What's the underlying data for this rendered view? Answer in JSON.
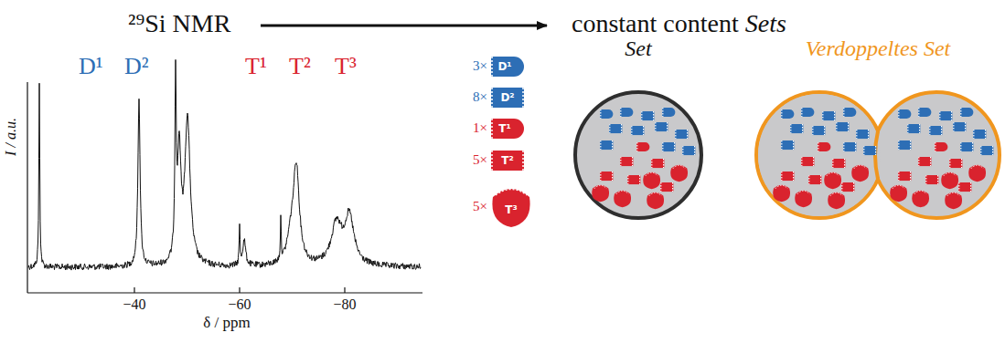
{
  "diagram": {
    "nodes": [
      {
        "text": [
          "D¹"
        ]
      },
      {
        "text": [
          "D²"
        ]
      },
      {
        "text": [
          "T¹"
        ]
      },
      {
        "text": [
          "T²"
        ]
      },
      {
        "text": [
          "T³"
        ]
      },
      {
        "text": [
          "Set"
        ]
      },
      {
        "text": [
          "Verdoppeltes Set"
        ]
      }
    ],
    "labels": [
      "²⁹Si NMR",
      "constant content",
      "Sets",
      "D¹",
      "D²",
      "T¹",
      "T²",
      "T³",
      "I / a.u.",
      "δ / ppm",
      "−40",
      "−60",
      "−80",
      "3×",
      "8×",
      "1×",
      "5×",
      "5×"
    ]
  }
}
